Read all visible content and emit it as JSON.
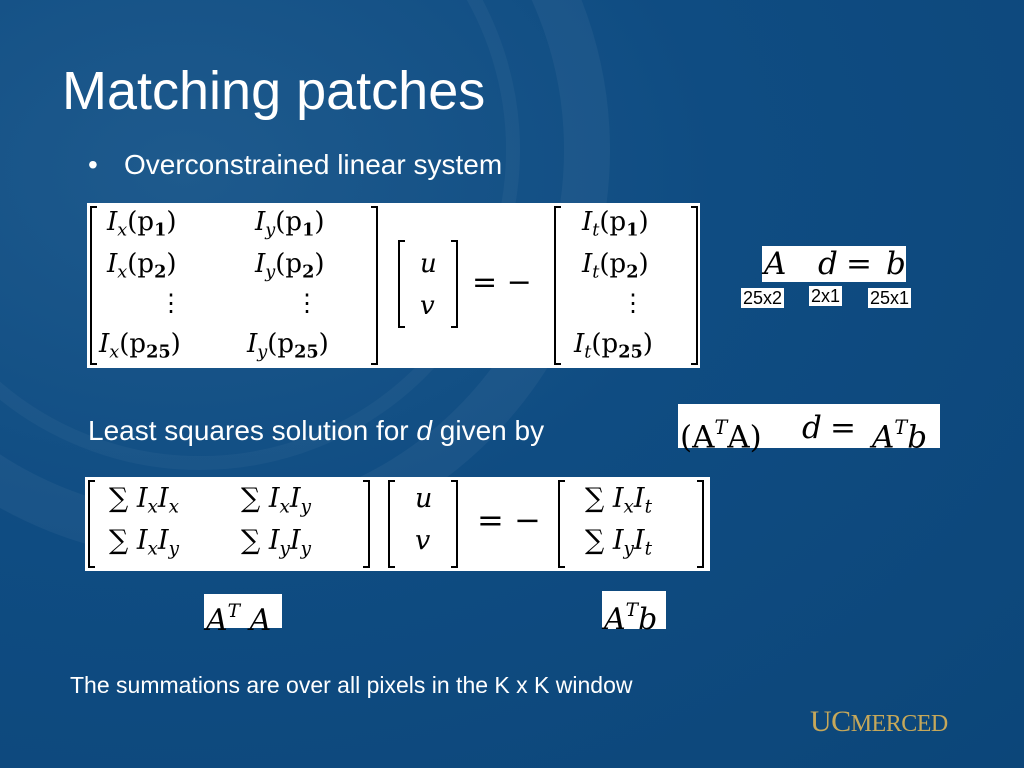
{
  "slide": {
    "title": "Matching patches",
    "bullet": "Overconstrained linear system",
    "eq1": {
      "rows": [
        {
          "ix": "I",
          "ixs": "x",
          "p": "p",
          "n": "1",
          "iy": "I",
          "iys": "y",
          "it": "I",
          "its": "t"
        },
        {
          "ix": "I",
          "ixs": "x",
          "p": "p",
          "n": "2",
          "iy": "I",
          "iys": "y",
          "it": "I",
          "its": "t"
        },
        {
          "ix": "I",
          "ixs": "x",
          "p": "p",
          "n": "25",
          "iy": "I",
          "iys": "y",
          "it": "I",
          "its": "t"
        }
      ],
      "vec_top": "u",
      "vec_bottom": "v",
      "eq_sign": "= −",
      "dots": "⋮"
    },
    "adb": {
      "a": "A",
      "d": "d",
      "eq": "=",
      "b": "b",
      "dim_a": "25x2",
      "dim_d": "2x1",
      "dim_b": "25x1"
    },
    "least_squares_prefix": "Least squares solution for ",
    "least_squares_var": "d",
    "least_squares_suffix": " given by",
    "normal_eq": {
      "lhs": "(A",
      "lhs_sup": "T",
      "lhs_end": "A)",
      "d": "d",
      "eq": "=",
      "rhs": "A",
      "rhs_sup": "T",
      "rhs_end": "b"
    },
    "eq2": {
      "sum": "∑",
      "r1c1": "I",
      "r1c1a": "x",
      "r1c1b": "I",
      "r1c1c": "x",
      "r1c2a": "x",
      "r1c2c": "y",
      "r2c1a": "x",
      "r2c1c": "y",
      "r2c2a": "y",
      "r2c2c": "y",
      "b1a": "x",
      "b1c": "t",
      "b2a": "y",
      "b2c": "t",
      "vec_top": "u",
      "vec_bottom": "v",
      "eq_sign": "= −"
    },
    "ata": {
      "a": "A",
      "sup": "T",
      "a2": "A"
    },
    "atb": {
      "a": "A",
      "sup": "T",
      "b": "b"
    },
    "footer": "The summations are over all pixels in the K x K window",
    "logo_uc": "UC",
    "logo_merced": "MERCED",
    "colors": {
      "background": "#0f4c82",
      "text": "#ffffff",
      "logo": "#c6a85a"
    }
  }
}
